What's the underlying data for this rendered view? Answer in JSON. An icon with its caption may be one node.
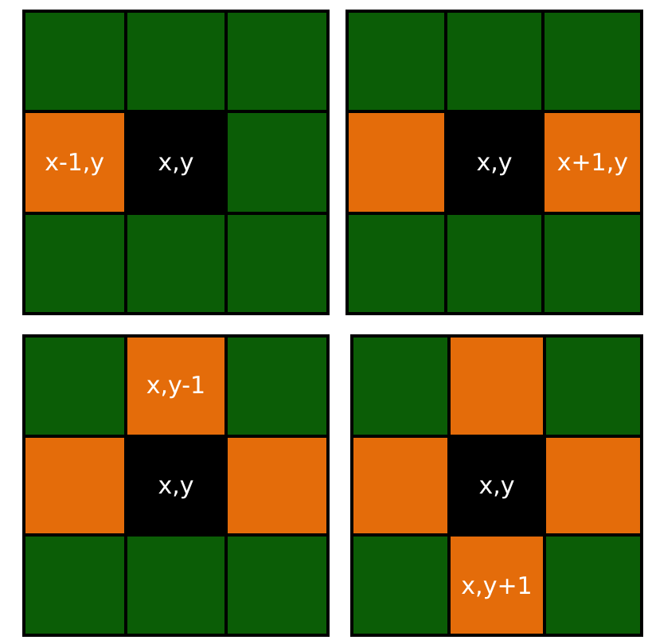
{
  "diagram": {
    "nodes": [
      {
        "text": [],
        "shape": "box"
      },
      {
        "text": [],
        "shape": "box",
        "in": 0
      },
      {
        "text": [],
        "shape": "box",
        "in": 0
      },
      {
        "text": [],
        "shape": "box",
        "in": 0
      },
      {
        "text": [
          "x-1,y"
        ],
        "in": 0
      },
      {
        "text": [
          "x,y"
        ],
        "in": 0
      },
      {
        "text": [],
        "shape": "box",
        "in": 0
      },
      {
        "text": [],
        "shape": "box",
        "in": 0
      },
      {
        "text": [],
        "shape": "box",
        "in": 0
      },
      {
        "text": [],
        "shape": "box",
        "in": 0
      },
      {
        "text": [],
        "shape": "box"
      },
      {
        "text": [],
        "shape": "box",
        "in": 10
      },
      {
        "text": [],
        "shape": "box",
        "in": 10
      },
      {
        "text": [],
        "shape": "box",
        "in": 10
      },
      {
        "text": [],
        "shape": "box",
        "in": 10
      },
      {
        "text": [
          "x,y"
        ],
        "in": 10
      },
      {
        "text": [
          "x+1,y"
        ],
        "in": 10
      },
      {
        "text": [],
        "shape": "box",
        "in": 10
      },
      {
        "text": [],
        "shape": "box",
        "in": 10
      },
      {
        "text": [],
        "shape": "box",
        "in": 10
      },
      {
        "text": [],
        "shape": "box"
      },
      {
        "text": [],
        "shape": "box",
        "in": 20
      },
      {
        "text": [
          "x,y-1"
        ],
        "in": 20
      },
      {
        "text": [],
        "shape": "box",
        "in": 20
      },
      {
        "text": [],
        "shape": "box",
        "in": 20
      },
      {
        "text": [
          "x,y"
        ],
        "in": 20
      },
      {
        "text": [],
        "shape": "box",
        "in": 20
      },
      {
        "text": [],
        "shape": "box",
        "in": 20
      },
      {
        "text": [],
        "shape": "box",
        "in": 20
      },
      {
        "text": [],
        "shape": "box",
        "in": 20
      },
      {
        "text": [],
        "shape": "box"
      },
      {
        "text": [],
        "shape": "box",
        "in": 30
      },
      {
        "text": [],
        "shape": "box",
        "in": 30
      },
      {
        "text": [],
        "shape": "box",
        "in": 30
      },
      {
        "text": [],
        "shape": "box",
        "in": 30
      },
      {
        "text": [
          "x,y"
        ],
        "in": 30
      },
      {
        "text": [],
        "shape": "box",
        "in": 30
      },
      {
        "text": [],
        "shape": "box",
        "in": 30
      },
      {
        "text": [
          "x,y+1"
        ],
        "in": 30
      },
      {
        "text": [],
        "shape": "box",
        "in": 30
      }
    ]
  }
}
